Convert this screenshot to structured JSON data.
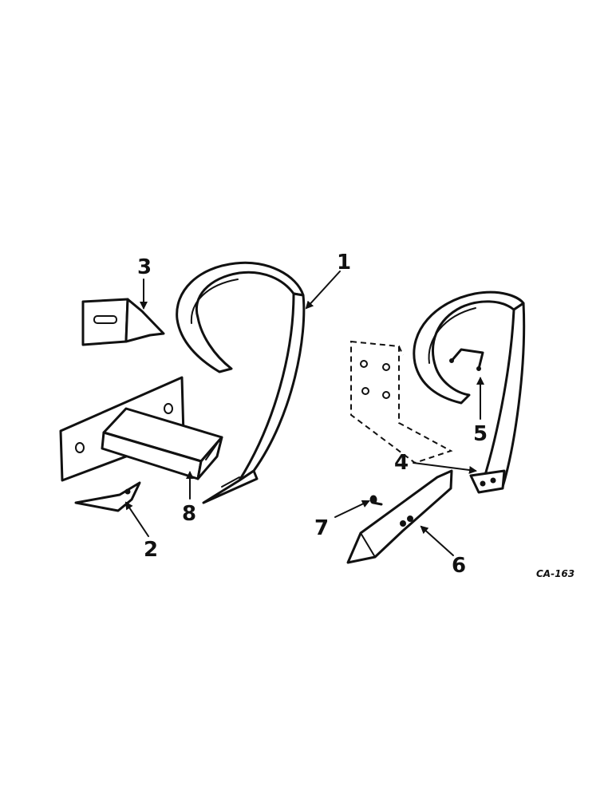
{
  "callouts": {
    "c1": "1",
    "c2": "2",
    "c3": "3",
    "c4": "4",
    "c5": "5",
    "c6": "6",
    "c7": "7",
    "c8": "8"
  },
  "figure_code": "CA-163"
}
